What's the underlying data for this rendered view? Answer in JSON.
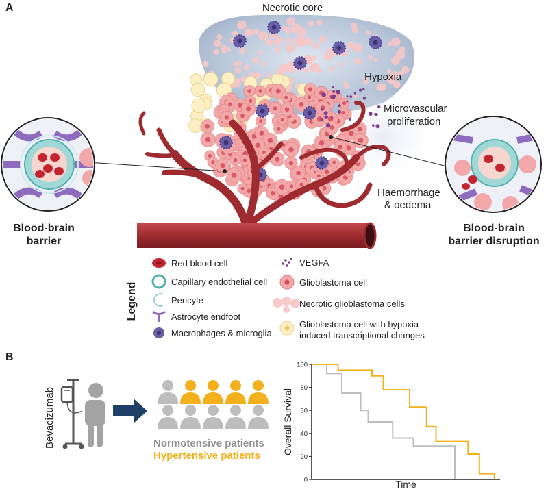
{
  "panels": {
    "a": "A",
    "b": "B"
  },
  "panel_a": {
    "necrotic_core": "Necrotic core",
    "hypoxia": "Hypoxia",
    "microvascular_1": "Microvascular",
    "microvascular_2": "proliferation",
    "haemorrhage_1": "Haemorrhage",
    "haemorrhage_2": "& oedema",
    "bbb_left": "Blood-brain",
    "bbb_left_2": "barrier",
    "bbb_right": "Blood-brain",
    "bbb_right_2": "barrier disruption"
  },
  "legend": {
    "title": "Legend",
    "items": [
      "Red blood cell",
      "Capillary endothelial cell",
      "Pericyte",
      "Astrocyte endfoot",
      "Macrophages & microglia",
      "VEGFA",
      "Glioblastoma cell",
      "Necrotic glioblastoma cells",
      "Glioblastoma cell with hypoxia-",
      "induced transcriptional changes"
    ]
  },
  "panel_b": {
    "drug": "Bevacizumab",
    "normotensive": "Normotensive patients",
    "hypertensive": "Hypertensive patients",
    "colors": {
      "normotensive": "#bdbdbd",
      "hypertensive": "#f2b11c",
      "arrow": "#1e3f66"
    },
    "people_top": [
      "normotensive",
      "hypertensive",
      "hypertensive",
      "hypertensive",
      "hypertensive"
    ],
    "people_bottom": [
      "normotensive",
      "normotensive",
      "normotensive",
      "normotensive",
      "normotensive"
    ]
  },
  "chart_data": {
    "type": "line",
    "xlabel": "Time",
    "ylabel": "Overall Survival",
    "ylim": [
      0,
      100
    ],
    "yticks": [
      0,
      20,
      40,
      60,
      80,
      100
    ],
    "xlim": [
      0,
      10
    ],
    "series": [
      {
        "color": "#bdbdbd",
        "x": [
          0,
          0.8,
          0.8,
          1.6,
          1.6,
          2.6,
          2.6,
          3,
          3,
          4.3,
          4.3,
          5.4,
          5.4,
          7.6,
          7.6
        ],
        "y": [
          100,
          100,
          92,
          92,
          75,
          75,
          60,
          60,
          50,
          50,
          36,
          36,
          29,
          29,
          0
        ]
      },
      {
        "color": "#f2b11c",
        "x": [
          0,
          1.4,
          1.4,
          3.2,
          3.2,
          3.8,
          3.8,
          5.2,
          5.2,
          6.1,
          6.1,
          6.6,
          6.6,
          8.3,
          8.3,
          8.9,
          8.9,
          9.7,
          9.7
        ],
        "y": [
          100,
          100,
          95,
          95,
          90,
          90,
          78,
          78,
          63,
          63,
          46,
          46,
          33,
          33,
          22,
          22,
          5,
          5,
          0
        ]
      }
    ]
  }
}
